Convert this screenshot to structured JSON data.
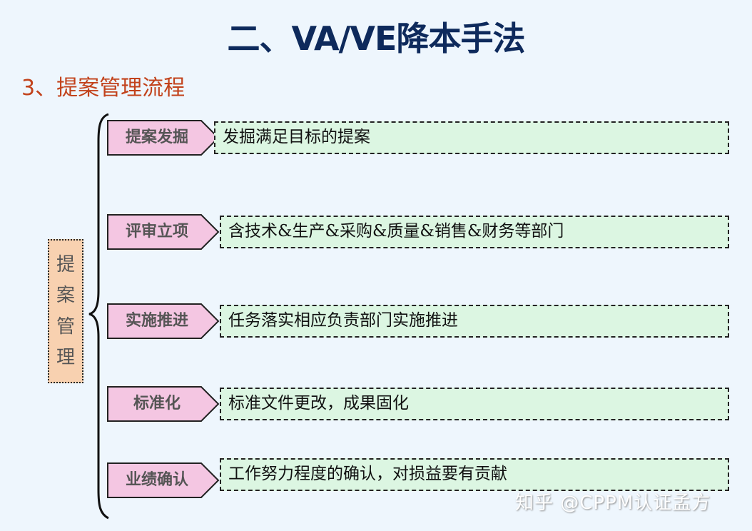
{
  "header": {
    "title": "二、VA/VE降本手法",
    "subtitle": "3、提案管理流程"
  },
  "root": {
    "label": "提案管理",
    "chars": [
      "提",
      "案",
      "管",
      "理"
    ]
  },
  "steps": [
    {
      "tag": "提案发掘",
      "desc": "发掘满足目标的提案"
    },
    {
      "tag": "评审立项",
      "desc": "含技术&生产&采购&质量&销售&财务等部门"
    },
    {
      "tag": "实施推进",
      "desc": "任务落实相应负责部门实施推进"
    },
    {
      "tag": "标准化",
      "desc": "标准文件更改，成果固化"
    },
    {
      "tag": "业绩确认",
      "desc": "工作努力程度的确认，对损益要有贡献"
    }
  ],
  "colors": {
    "title": "#0e2a5c",
    "subtitle": "#c2421b",
    "root_fill": "#f8d1b0",
    "tag_fill": "#f4c6e2",
    "desc_fill": "#dcf6e2",
    "background": "#eef6fd"
  },
  "watermark": "知乎 @CPPM认证孟方"
}
